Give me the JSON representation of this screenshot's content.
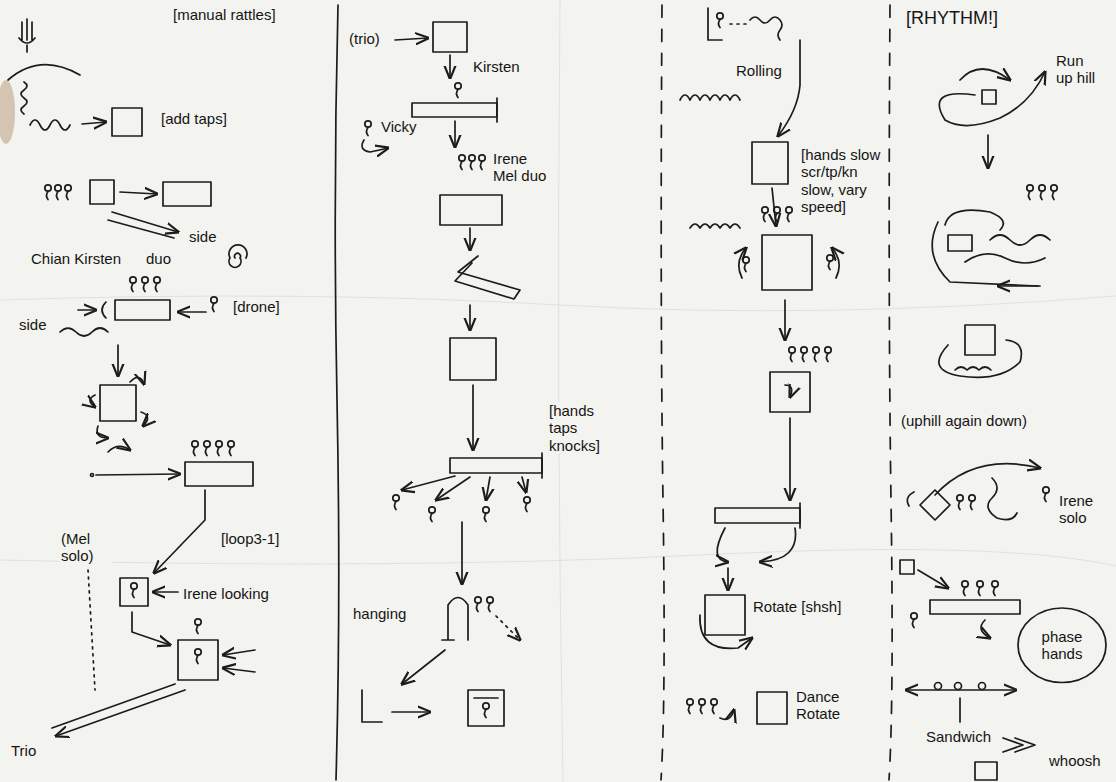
{
  "diagram": {
    "nodes": [
      {
        "text": [
          "phase hands"
        ]
      }
    ],
    "labels": [
      "[manual rattles]",
      "[add taps]",
      "side",
      "Chian Kirsten",
      "duo",
      "[drone]",
      "side",
      "[loop3-1]",
      "(Mel solo)",
      "Irene looking",
      "Trio",
      "(trio)",
      "Kirsten",
      "Vicky",
      "Irene Mel duo",
      "[hands taps knocks]",
      "hanging",
      "Rolling",
      "[hands slow scr/tp/kn slow, vary speed]",
      "Rotate [shsh]",
      "Dance Rotate",
      "[RHYTHM!]",
      "Run up hill",
      "(uphill again down)",
      "Irene solo",
      "Sandwich",
      "whoosh"
    ]
  }
}
